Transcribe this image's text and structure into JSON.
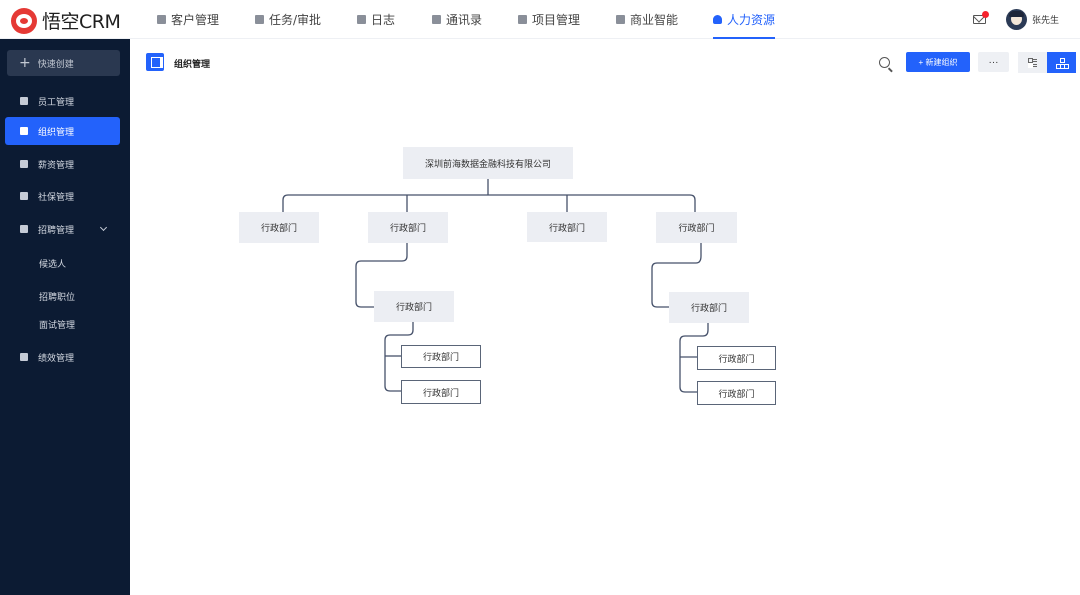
{
  "app": {
    "logo_text": "悟空CRM",
    "accent": "#2362fb",
    "sidebar_bg": "#0c1b33"
  },
  "nav": [
    {
      "label": "客户管理",
      "icon": "customer-icon"
    },
    {
      "label": "任务/审批",
      "icon": "briefcase-icon"
    },
    {
      "label": "日志",
      "icon": "log-icon"
    },
    {
      "label": "通讯录",
      "icon": "contacts-icon"
    },
    {
      "label": "项目管理",
      "icon": "project-icon"
    },
    {
      "label": "商业智能",
      "icon": "bi-icon"
    },
    {
      "label": "人力资源",
      "icon": "person-icon",
      "active": true
    }
  ],
  "user": {
    "name": "张先生",
    "has_notification": true
  },
  "sidebar": {
    "quick_create": "快速创建",
    "items": [
      {
        "label": "员工管理",
        "icon": "employee-icon"
      },
      {
        "label": "组织管理",
        "icon": "org-icon",
        "active": true
      },
      {
        "label": "薪资管理",
        "icon": "salary-icon"
      },
      {
        "label": "社保管理",
        "icon": "social-security-icon"
      },
      {
        "label": "招聘管理",
        "icon": "recruit-icon",
        "expandable": true
      },
      {
        "label": "候选人",
        "sub": true
      },
      {
        "label": "招聘职位",
        "sub": true
      },
      {
        "label": "面试管理",
        "sub": true
      },
      {
        "label": "绩效管理",
        "icon": "performance-icon"
      }
    ]
  },
  "page": {
    "title": "组织管理",
    "new_button": "+ 新建组织",
    "more_button": "···"
  },
  "org": {
    "root": "深圳前海数据金融科技有限公司",
    "level1": [
      "行政部门",
      "行政部门",
      "行政部门",
      "行政部门"
    ],
    "level2": [
      "行政部门",
      "行政部门"
    ],
    "level3": [
      "行政部门",
      "行政部门",
      "行政部门",
      "行政部门"
    ]
  }
}
